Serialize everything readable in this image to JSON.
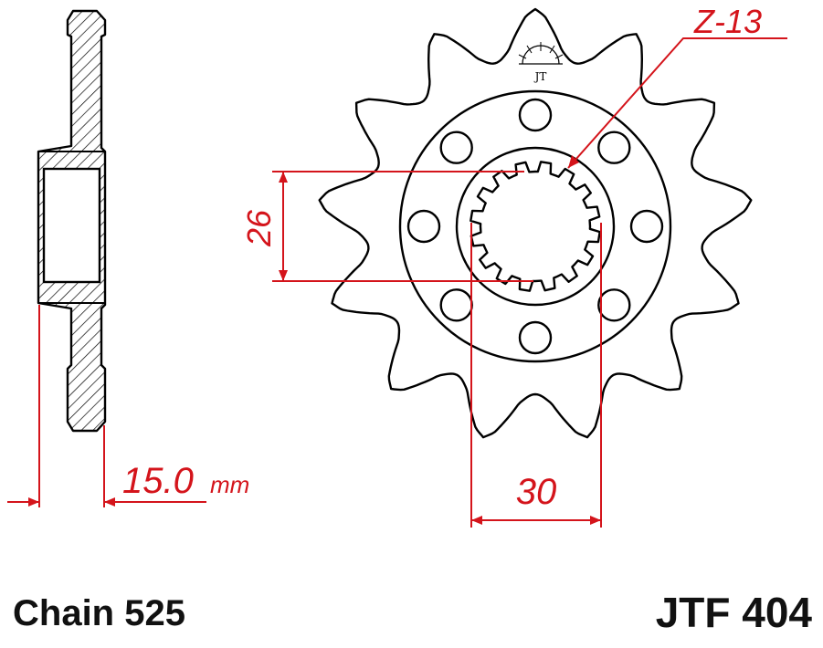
{
  "drawing": {
    "tooth_count_label": "Z-13",
    "bore_label": "26",
    "spline_label": "30",
    "thickness_value": "15.0",
    "thickness_unit": "mm",
    "logo": "JT"
  },
  "footer": {
    "chain": "Chain 525",
    "part_number": "JTF 404"
  },
  "colors": {
    "dimension": "#d4141b",
    "outline": "#000000",
    "text": "#111111"
  }
}
